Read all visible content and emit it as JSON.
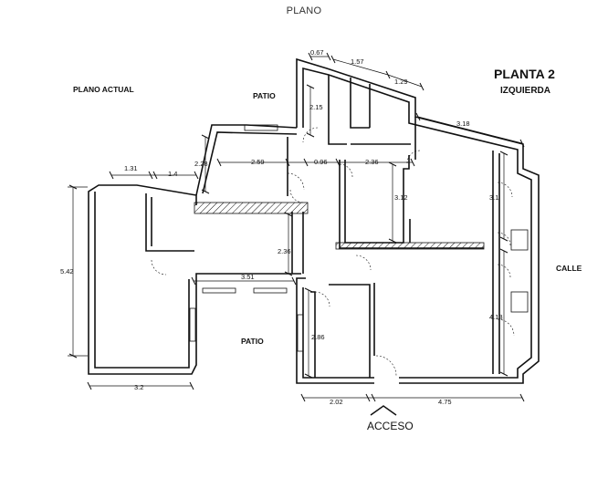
{
  "header": {
    "title": "PLANO"
  },
  "plan": {
    "title": "PLANTA 2",
    "subtitle": "IZQUIERDA",
    "labels": {
      "current": "PLANO ACTUAL",
      "patio_top": "PATIO",
      "patio_bottom": "PATIO",
      "street": "CALLE",
      "access": "ACCESO"
    },
    "dimensions": {
      "d067": "0.67",
      "d157": "1.57",
      "d129": "1.29",
      "d318": "3.18",
      "d215": "2.15",
      "d131": "1.31",
      "d14": "1.4",
      "d228": "2.28",
      "d259": "2.59",
      "d096": "0.96",
      "d236a": "2.36",
      "d312": "3.12",
      "d31": "3.1",
      "d542": "5.42",
      "d236b": "2.36",
      "d351": "3.51",
      "d286": "2.86",
      "d413": "4.13",
      "d32": "3.2",
      "d202": "2.02",
      "d475": "4.75"
    }
  }
}
